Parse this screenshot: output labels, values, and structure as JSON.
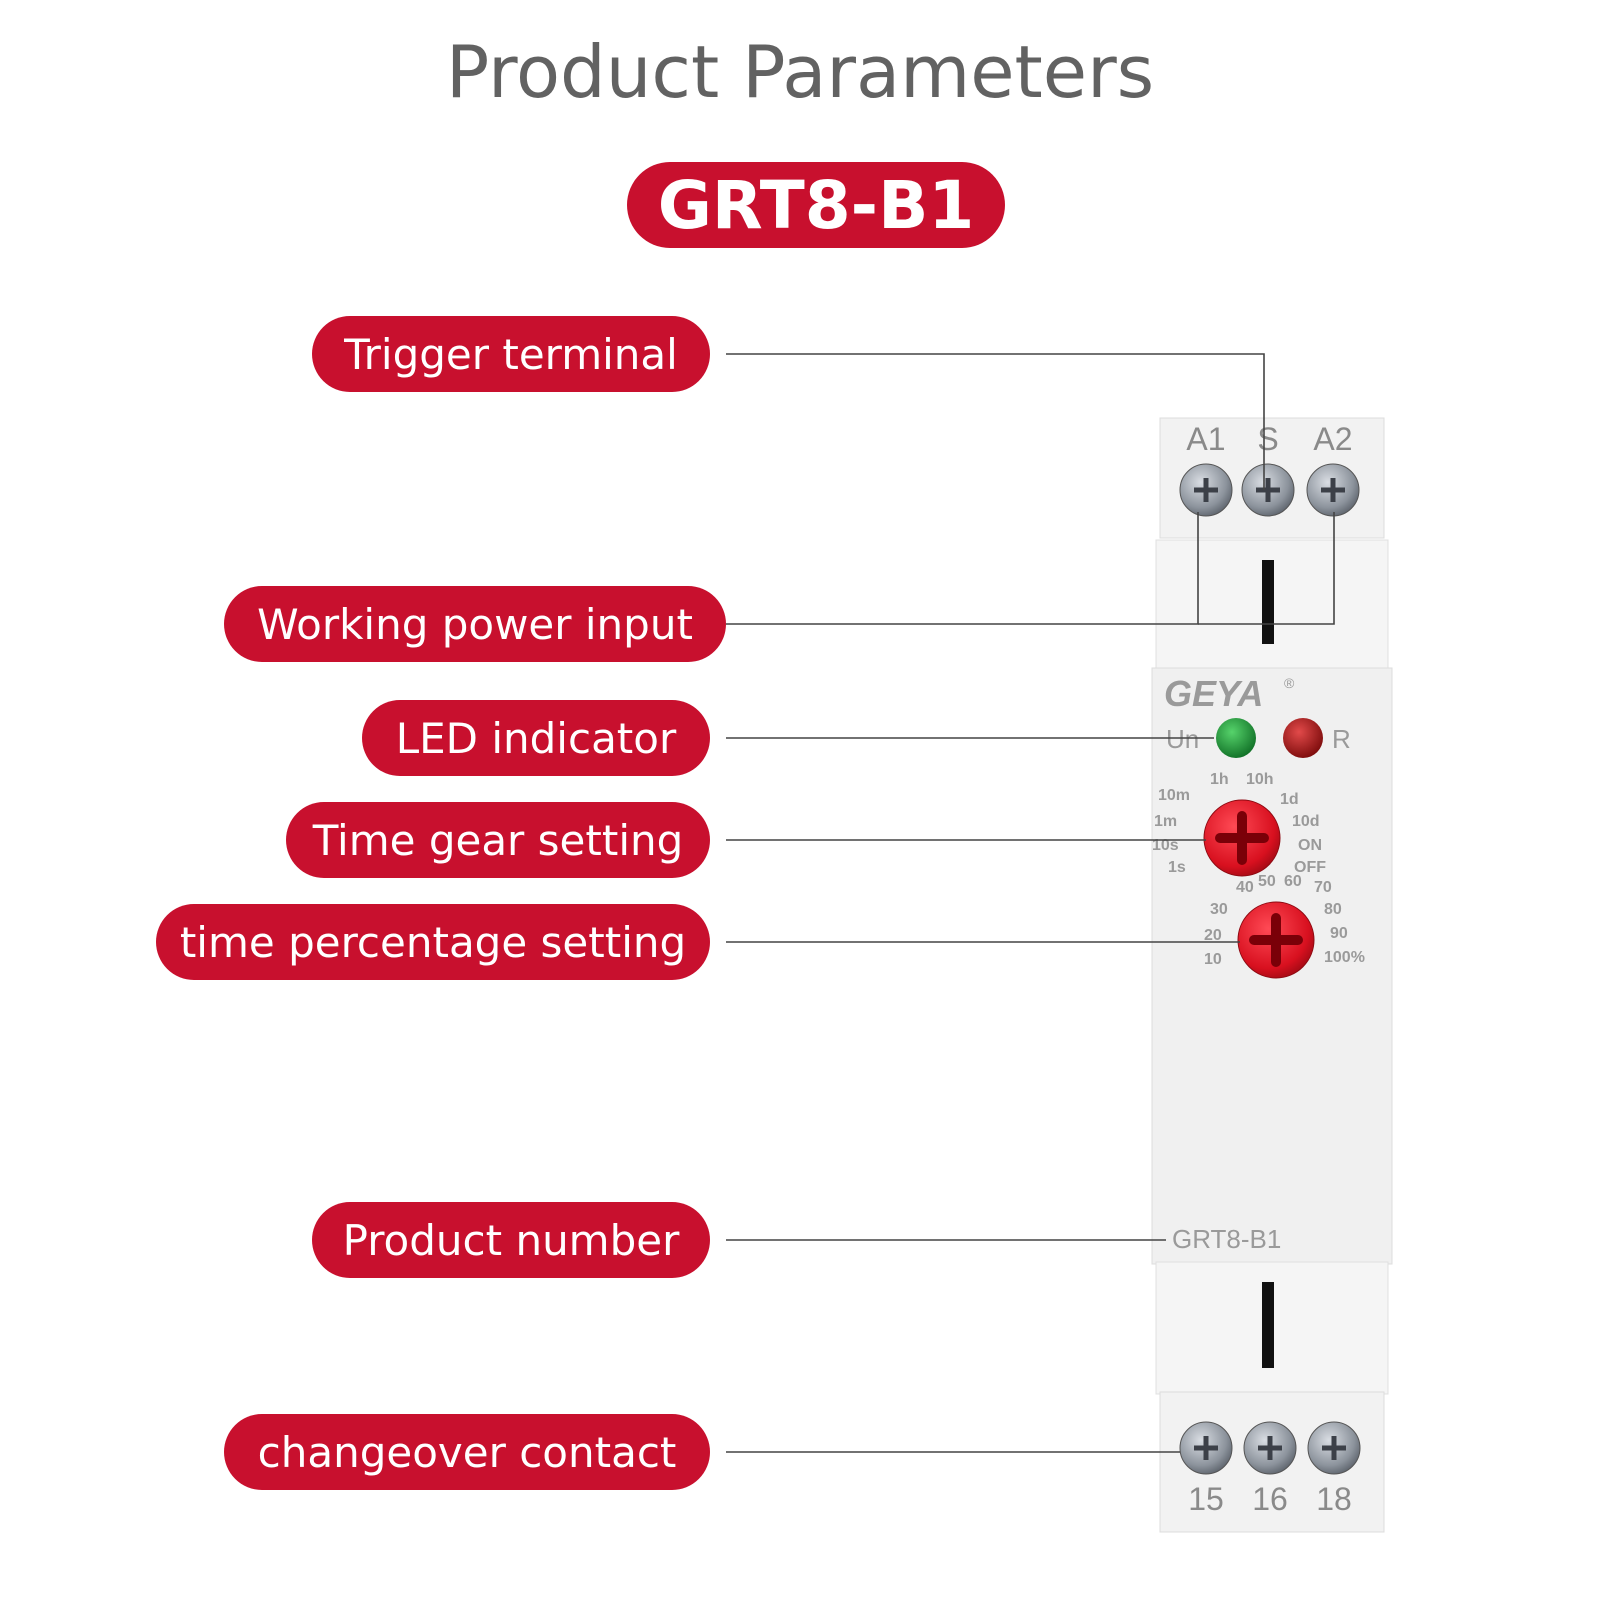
{
  "title": "Product Parameters",
  "model": "GRT8-B1",
  "colors": {
    "accent": "#c8102e",
    "title": "#626262",
    "line": "#444444",
    "device_body": "#eeeeee"
  },
  "callouts": [
    {
      "id": "trigger-terminal",
      "label": "Trigger terminal"
    },
    {
      "id": "working-power-input",
      "label": "Working power input"
    },
    {
      "id": "led-indicator",
      "label": "LED indicator"
    },
    {
      "id": "time-gear-setting",
      "label": "Time gear setting"
    },
    {
      "id": "time-percentage-setting",
      "label": "time percentage setting"
    },
    {
      "id": "product-number",
      "label": "Product number"
    },
    {
      "id": "changeover-contact",
      "label": "changeover contact"
    }
  ],
  "device": {
    "top_terminals": [
      "A1",
      "S",
      "A2"
    ],
    "brand": "GEYA",
    "registered": "®",
    "led_labels": {
      "power": "Un",
      "relay": "R"
    },
    "led_colors": {
      "power": "#1f9a3a",
      "relay": "#a51515"
    },
    "time_gear_scale": [
      "1s",
      "10s",
      "1m",
      "10m",
      "1h",
      "10h",
      "1d",
      "10d",
      "ON",
      "OFF"
    ],
    "percent_scale": [
      "10",
      "20",
      "30",
      "40",
      "50",
      "60",
      "70",
      "80",
      "90",
      "100%"
    ],
    "product_number": "GRT8-B1",
    "bottom_terminals": [
      "15",
      "16",
      "18"
    ]
  }
}
